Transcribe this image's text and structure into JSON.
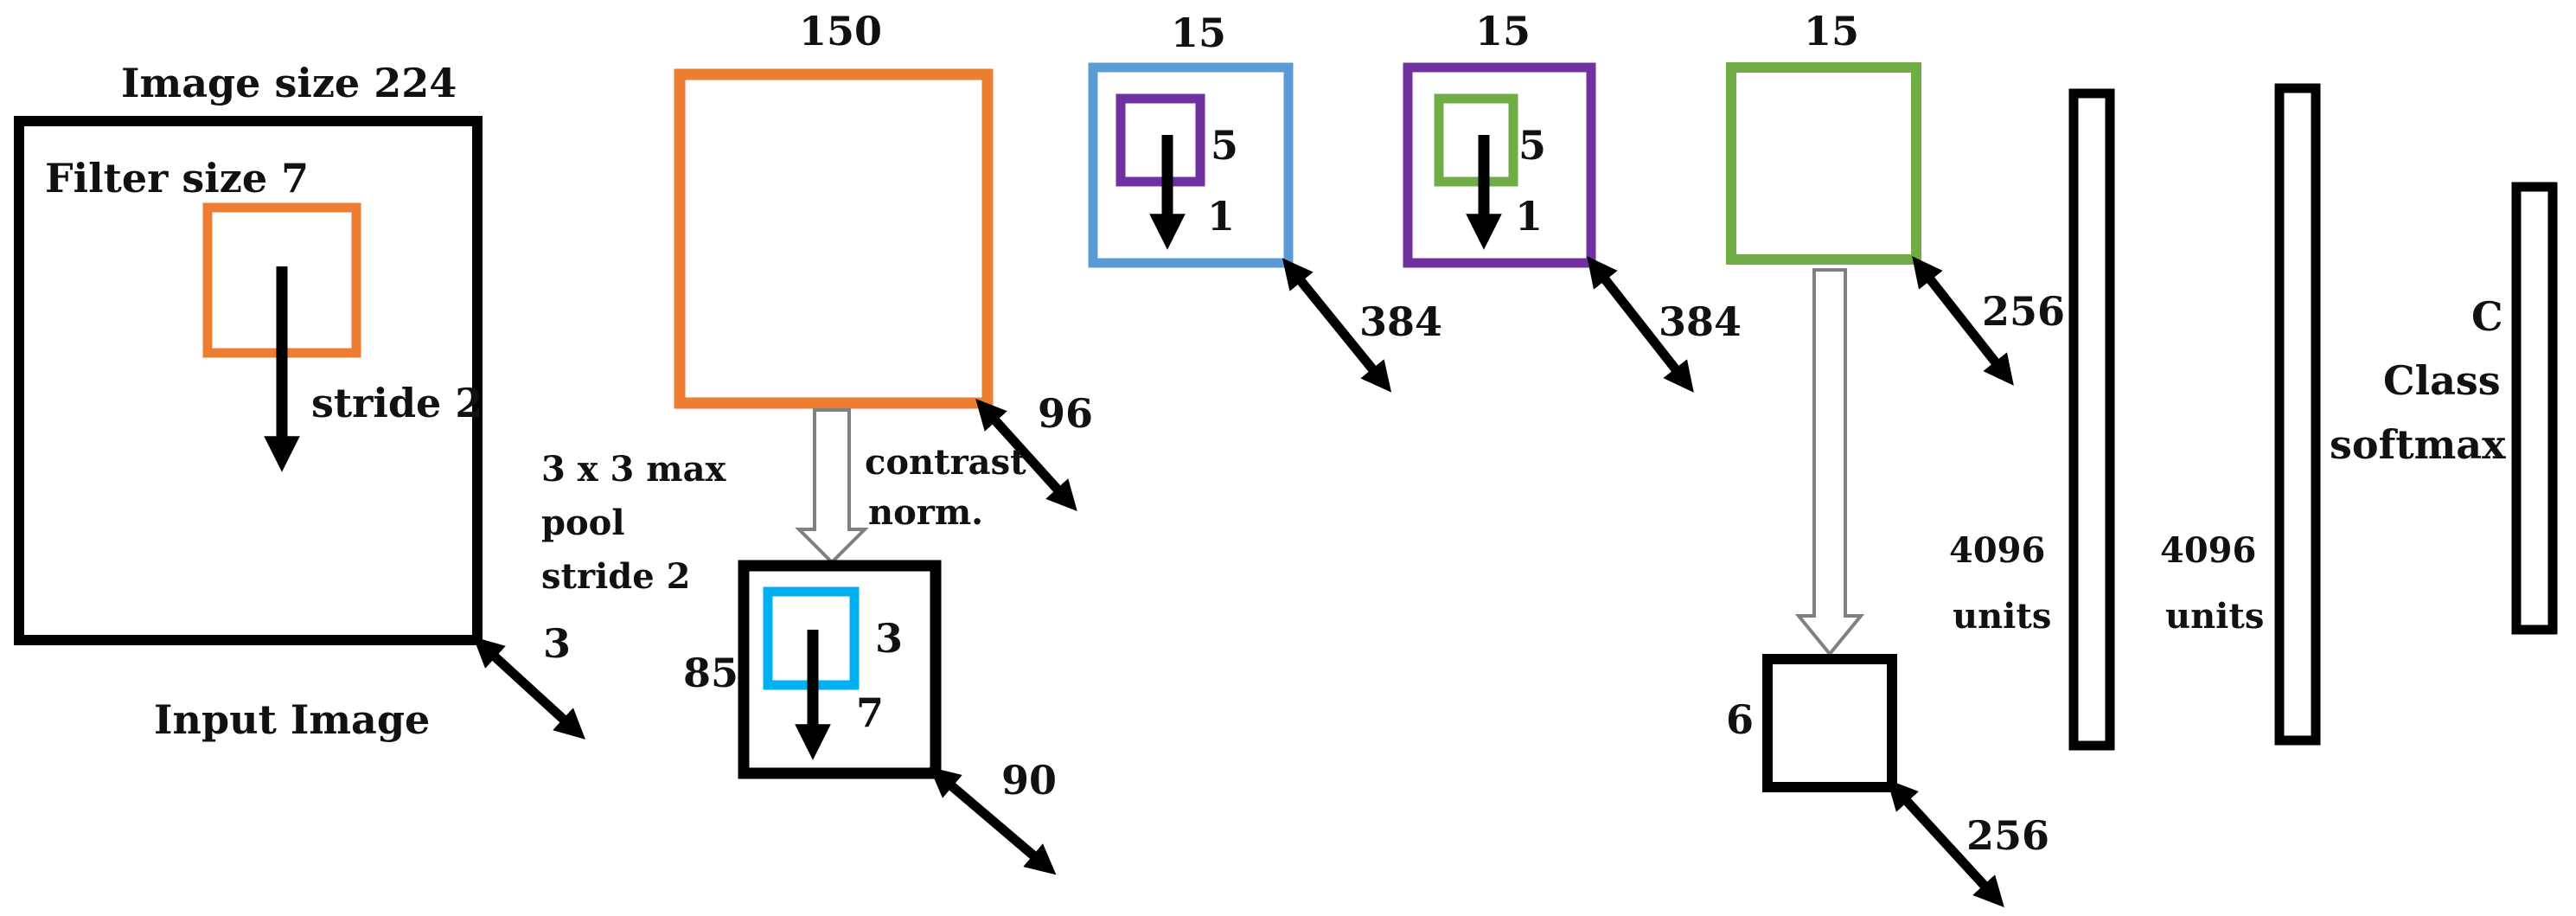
{
  "colors": {
    "black": "#000000",
    "orange": "#ED7D31",
    "steel_blue": "#5B9BD5",
    "purple": "#7030A0",
    "green": "#70AD47",
    "cyan": "#00B0F0",
    "gray_arrow": "#808080"
  },
  "input": {
    "title": "Image size 224",
    "filter": "Filter size 7",
    "stride": "stride 2",
    "depth": "3",
    "caption": "Input Image"
  },
  "layer1": {
    "size": "150",
    "depth": "96",
    "pool_line1": "3 x 3 max",
    "pool_line2": "pool",
    "pool_line3": "stride 2",
    "contrast_line1": "contrast",
    "contrast_line2": "norm.",
    "pooled_size": "85",
    "pooled_depth": "90",
    "filter": "3",
    "stride": "7"
  },
  "layer3": {
    "size": "15",
    "filter": "5",
    "stride": "1",
    "depth": "384"
  },
  "layer4": {
    "size": "15",
    "filter": "5",
    "stride": "1",
    "depth": "384"
  },
  "layer5": {
    "size": "15",
    "depth": "256",
    "pooled_size": "6",
    "pooled_depth": "256"
  },
  "fc6": {
    "units_line1": "4096",
    "units_line2": "units"
  },
  "fc7": {
    "units_line1": "4096",
    "units_line2": "units"
  },
  "output": {
    "line1": "C",
    "line2": "Class",
    "line3": "softmax"
  }
}
